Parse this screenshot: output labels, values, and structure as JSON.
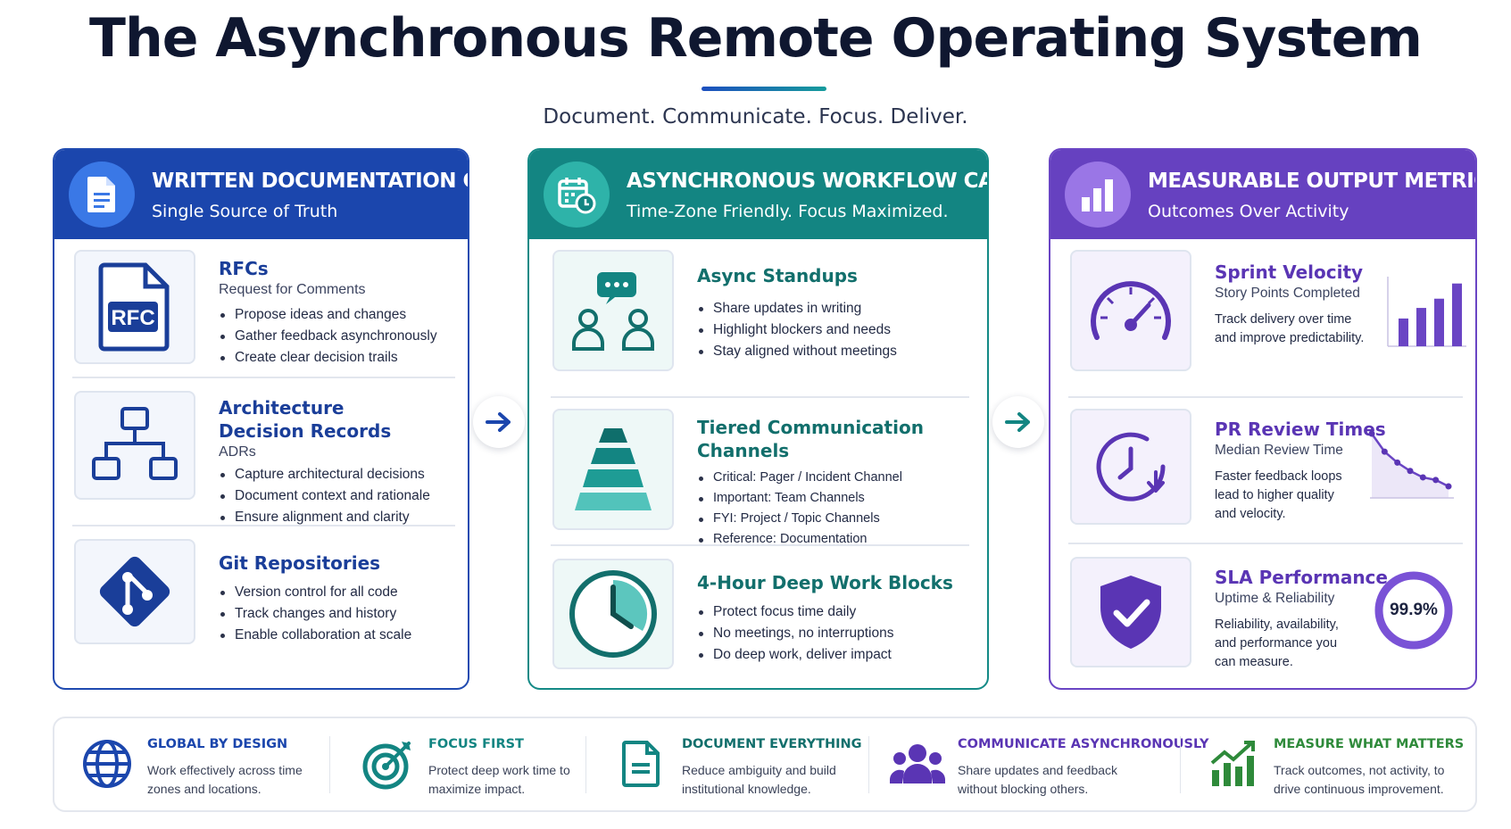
{
  "header": {
    "title": "The Asynchronous Remote Operating System",
    "subtitle": "Document. Communicate. Focus. Deliver."
  },
  "columns": [
    {
      "title": "WRITTEN DOCUMENTATION CORE",
      "subtitle": "Single Source of Truth",
      "accent": "#1b46ad",
      "icon": "document-icon",
      "sections": [
        {
          "title": "RFCs",
          "subtitle": "Request for Comments",
          "thumb_label": "RFC",
          "bullets": [
            "Propose ideas and changes",
            "Gather feedback asynchronously",
            "Create clear decision trails"
          ]
        },
        {
          "title": "Architecture Decision Records",
          "subtitle": "ADRs",
          "bullets": [
            "Capture architectural decisions",
            "Document context and rationale",
            "Ensure alignment and clarity"
          ]
        },
        {
          "title": "Git Repositories",
          "bullets": [
            "Version control for all code",
            "Track changes and history",
            "Enable collaboration at scale"
          ]
        }
      ]
    },
    {
      "title": "ASYNCHRONOUS WORKFLOW CADENCE",
      "subtitle": "Time-Zone Friendly. Focus Maximized.",
      "accent": "#138582",
      "icon": "calendar-clock-icon",
      "sections": [
        {
          "title": "Async Standups",
          "bullets": [
            "Share updates in writing",
            "Highlight blockers and needs",
            "Stay aligned without meetings"
          ]
        },
        {
          "title": "Tiered Communication Channels",
          "bullets": [
            "Critical: Pager / Incident Channel",
            "Important: Team Channels",
            "FYI: Project / Topic Channels",
            "Reference: Documentation"
          ]
        },
        {
          "title": "4-Hour Deep Work Blocks",
          "bullets": [
            "Protect focus time daily",
            "No meetings, no interruptions",
            "Do deep work, deliver impact"
          ]
        }
      ]
    },
    {
      "title": "MEASURABLE OUTPUT METRICS",
      "subtitle": "Outcomes Over Activity",
      "accent": "#6641c0",
      "icon": "bar-chart-icon",
      "sections": [
        {
          "title": "Sprint Velocity",
          "subtitle": "Story Points Completed",
          "description": "Track delivery over time and improve predictability.",
          "trend": [
            0.42,
            0.58,
            0.72,
            0.95
          ]
        },
        {
          "title": "PR Review Times",
          "subtitle": "Median Review Time",
          "description": "Faster feedback loops lead to higher quality and velocity.",
          "trend": [
            1.0,
            0.72,
            0.55,
            0.42,
            0.32,
            0.28,
            0.18
          ]
        },
        {
          "title": "SLA Performance",
          "subtitle": "Uptime & Reliability",
          "description": "Reliability, availability, and performance you can measure.",
          "value": "99.9%",
          "fraction": 0.999
        }
      ]
    }
  ],
  "pillars": [
    {
      "title": "GLOBAL BY DESIGN",
      "description": "Work effectively across time zones and locations.",
      "color": "#1b46ad",
      "icon": "globe-icon"
    },
    {
      "title": "FOCUS FIRST",
      "description": "Protect deep work time to maximize impact.",
      "color": "#138582",
      "icon": "target-icon"
    },
    {
      "title": "DOCUMENT EVERYTHING",
      "description": "Reduce ambiguity and build institutional knowledge.",
      "color": "#138582",
      "icon": "document-icon"
    },
    {
      "title": "COMMUNICATE ASYNCHRONOUSLY",
      "description": "Share updates and feedback without blocking others.",
      "color": "#5a35b4",
      "icon": "people-icon"
    },
    {
      "title": "MEASURE WHAT MATTERS",
      "description": "Track outcomes, not activity, to drive continuous improvement.",
      "color": "#2e8a3a",
      "icon": "growth-chart-icon"
    }
  ]
}
